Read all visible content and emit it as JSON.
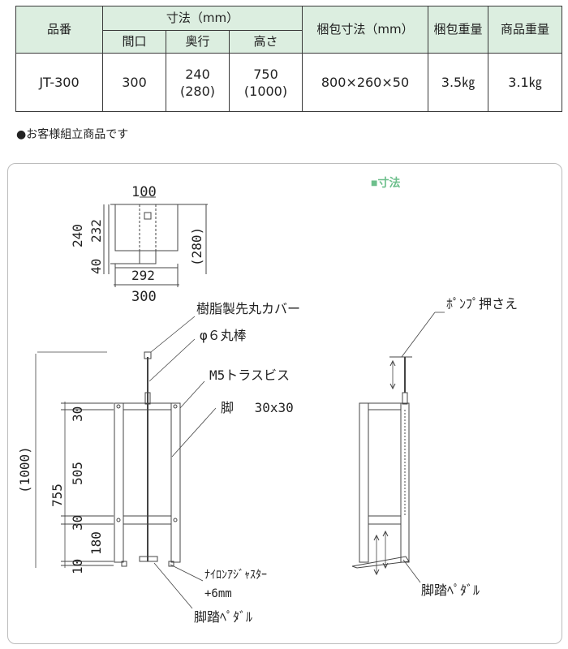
{
  "table": {
    "headers": {
      "part": "品番",
      "dims": "寸法（mm）",
      "width": "間口",
      "depth": "奥行",
      "height": "高さ",
      "pack_dims": "梱包寸法（mm）",
      "pack_weight": "梱包重量",
      "weight": "商品重量"
    },
    "row": {
      "part": "JT-300",
      "width": "300",
      "depth_1": "240",
      "depth_2": "(280)",
      "height_1": "750",
      "height_2": "(1000)",
      "pack_dims": "800×260×50",
      "pack_weight": "3.5㎏",
      "weight": "3.1㎏"
    }
  },
  "note": "●お客様組立商品です",
  "panel": {
    "title": "■寸法",
    "top_view": {
      "dim_top": "100",
      "dim_240": "240",
      "dim_232": "232",
      "dim_40": "40",
      "dim_280": "(280)",
      "dim_292": "292",
      "dim_300": "300"
    },
    "labels": {
      "cap": "樹脂製先丸カバー",
      "rod": "φ６丸棒",
      "screw": "M5トラスビス",
      "leg": "脚　 30x30",
      "adjuster": "ﾅｲﾛﾝｱｼﾞｬｽﾀｰ",
      "adjuster_2": "+6mm",
      "pedal_front": "脚踏ﾍﾟﾀﾞﾙ",
      "pump": "ﾎﾟﾝﾌﾟ押さえ",
      "pedal_side": "脚踏ﾍﾟﾀﾞﾙ"
    },
    "dims": {
      "h1000": "(1000)",
      "h755": "755",
      "d30a": "30",
      "d505": "505",
      "d30b": "30",
      "d180": "180",
      "d10": "10"
    }
  },
  "colors": {
    "header_bg": "#dceee0",
    "accent": "#6dbf8c"
  }
}
